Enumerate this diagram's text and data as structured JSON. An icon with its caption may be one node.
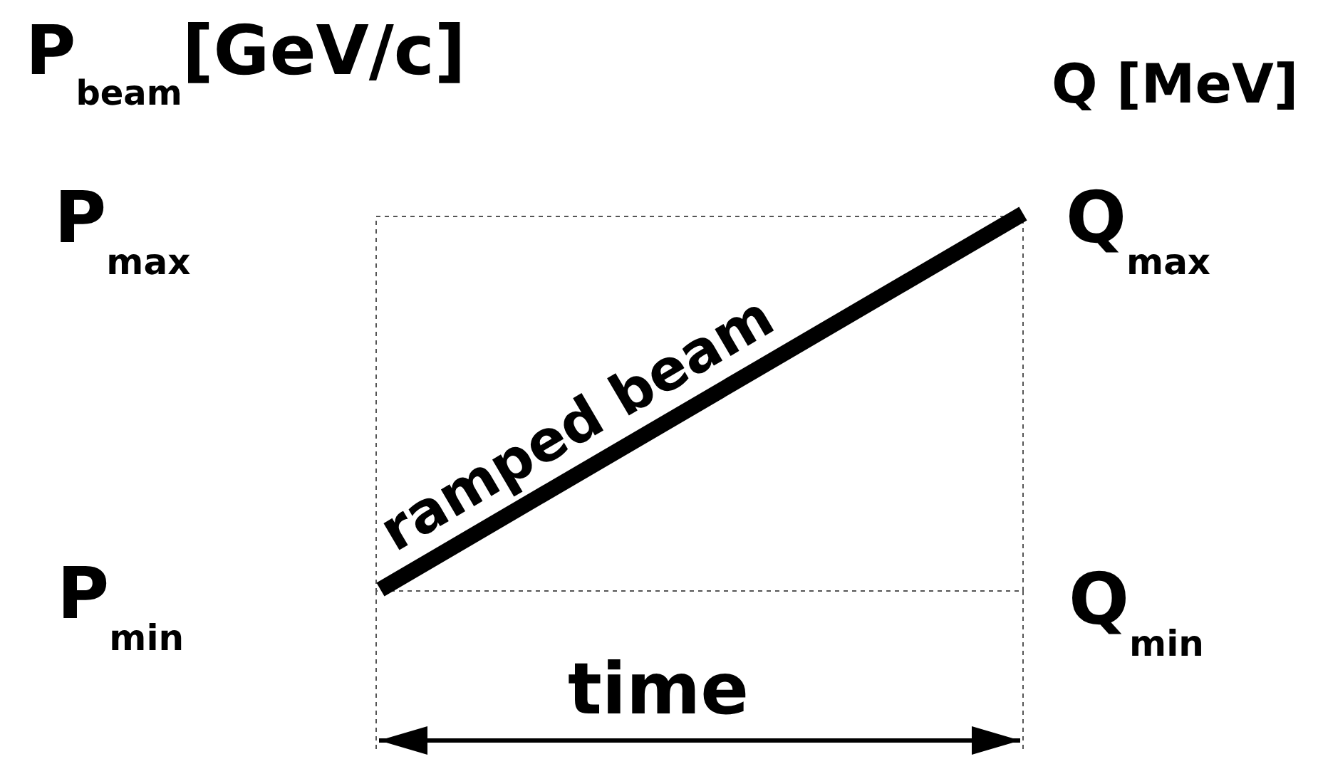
{
  "diagram": {
    "labels": [
      "P$_{beam}$[GeV/c]",
      "Q [MeV]",
      "P$_{max}$",
      "Q$_{max}$",
      "ramped beam",
      "P$_{min}$",
      "Q$_{min}$",
      "time"
    ]
  }
}
